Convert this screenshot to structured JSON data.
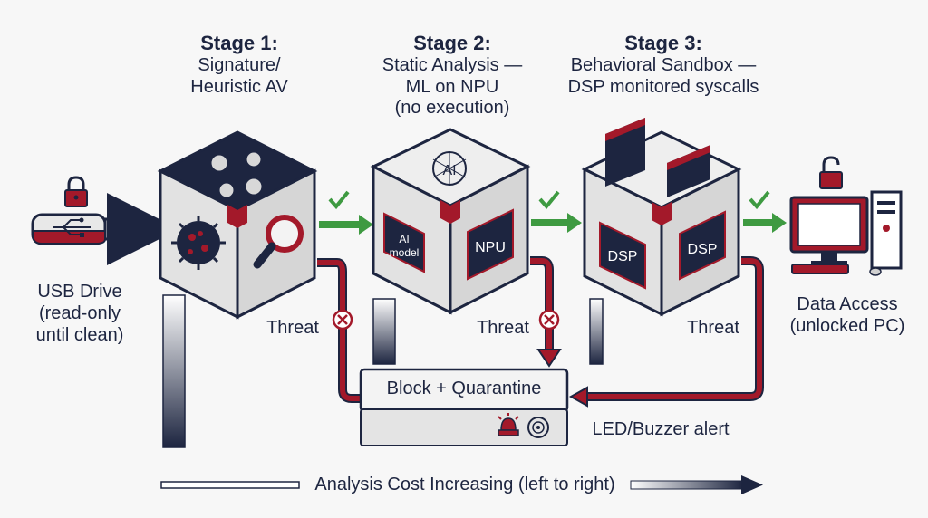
{
  "stages": [
    {
      "head": "Stage 1:",
      "desc_line1": "Signature/",
      "desc_line2": "Heuristic AV",
      "desc_line3": ""
    },
    {
      "head": "Stage 2:",
      "desc_line1": "Static Analysis —",
      "desc_line2": "ML on NPU",
      "desc_line3": "(no execution)"
    },
    {
      "head": "Stage 3:",
      "desc_line1": "Behavioral Sandbox —",
      "desc_line2": "DSP monitored syscalls",
      "desc_line3": ""
    }
  ],
  "usb": {
    "line1": "USB Drive",
    "line2": "(read-only",
    "line3": "until clean)"
  },
  "pc": {
    "line1": "Data Access",
    "line2": "(unlocked PC)"
  },
  "threat_label": "Threat",
  "quarantine": {
    "label": "Block + Quarantine",
    "alert": "LED/Buzzer alert"
  },
  "cube_labels": {
    "ai_model_1": "AI",
    "ai_model_2": "model",
    "npu": "NPU",
    "ai_top": "AI",
    "dsp": "DSP"
  },
  "footer": {
    "label": "Analysis Cost Increasing (left to right)"
  },
  "colors": {
    "navy": "#1d2540",
    "red": "#a3192a",
    "green": "#3e9a41",
    "cube_side": "#e2e2e2",
    "cube_top": "#eeeeee"
  }
}
